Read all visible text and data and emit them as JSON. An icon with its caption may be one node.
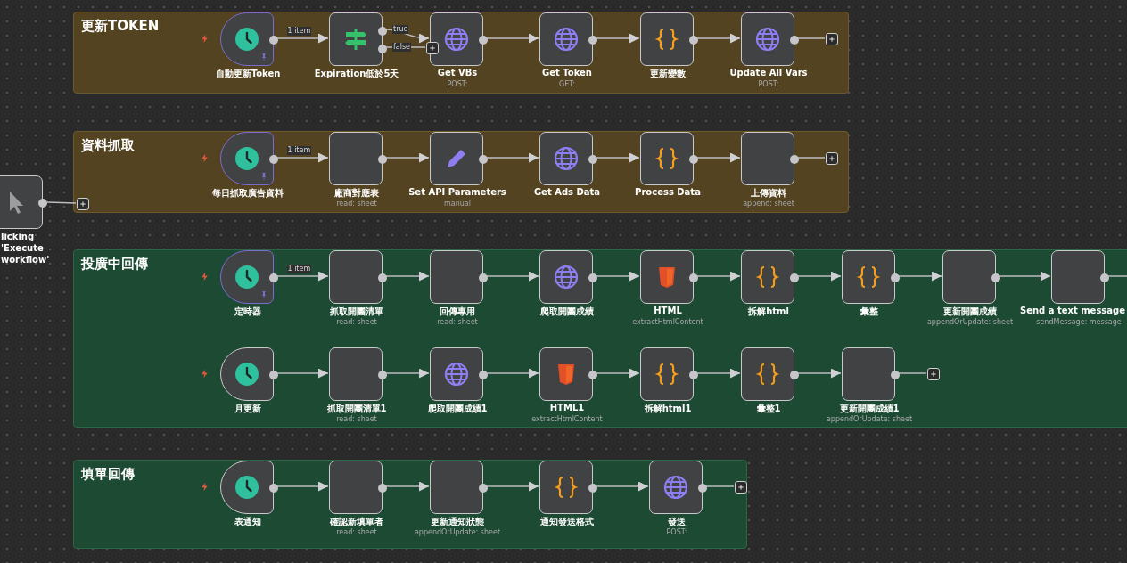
{
  "diagram": {
    "nodes": [
      {
        "text": [
          "更新TOKEN"
        ]
      },
      {
        "text": [
          "自動更新Token"
        ],
        "in": 0
      },
      {
        "text": [
          "Expiration低於5天"
        ],
        "in": 0
      },
      {
        "text": [
          "Get VBs"
        ],
        "in": 0,
        "beside": [
          "POST:"
        ]
      },
      {
        "text": [
          "Get Token"
        ],
        "in": 0,
        "beside": [
          "GET:"
        ]
      },
      {
        "text": [
          "更新變數"
        ],
        "in": 0
      },
      {
        "text": [
          "Update All Vars"
        ],
        "in": 0,
        "beside": [
          "POST:"
        ]
      },
      {
        "text": [],
        "shape": "box",
        "in": 0
      },
      {
        "text": [],
        "shape": "box",
        "in": 0
      },
      {
        "text": [
          "資料抓取"
        ]
      },
      {
        "text": [
          "每日抓取廣告資料"
        ],
        "in": 9
      },
      {
        "text": [
          "廠商對應表"
        ],
        "in": 9,
        "beside": [
          "read: sheet"
        ]
      },
      {
        "text": [
          "Set API Parameters"
        ],
        "in": 9,
        "beside": [
          "manual"
        ]
      },
      {
        "text": [
          "Get Ads Data"
        ],
        "in": 9
      },
      {
        "text": [
          "Process Data"
        ],
        "in": 9
      },
      {
        "text": [
          "上傳資料"
        ],
        "in": 9,
        "beside": [
          "append: sheet"
        ]
      },
      {
        "text": [],
        "shape": "box",
        "in": 9
      },
      {
        "text": [
          "licking 'Execute workflow'"
        ]
      },
      {
        "text": [],
        "shape": "box",
        "in": 9
      },
      {
        "text": [
          "投廣中回傳"
        ]
      },
      {
        "text": [
          "定時器"
        ],
        "in": 19
      },
      {
        "text": [
          "抓取開團清單"
        ],
        "in": 19,
        "beside": [
          "read: sheet"
        ]
      },
      {
        "text": [
          "回傳專用"
        ],
        "in": 19,
        "beside": [
          "read: sheet"
        ]
      },
      {
        "text": [
          "爬取開團成績"
        ],
        "in": 19
      },
      {
        "text": [
          "HTML"
        ],
        "in": 19,
        "beside": [
          "extractHtmlContent"
        ]
      },
      {
        "text": [
          "拆解html"
        ],
        "in": 19
      },
      {
        "text": [
          "彙整"
        ],
        "in": 19
      },
      {
        "text": [
          "更新開團成績"
        ],
        "in": 19,
        "beside": [
          "appendOrUpdate: sheet"
        ]
      },
      {
        "text": [
          "Send a text message"
        ],
        "in": 19,
        "beside": [
          "sendMessage: message"
        ]
      },
      {
        "text": [
          "月更新"
        ],
        "in": 19
      },
      {
        "text": [
          "抓取開團清單1"
        ],
        "in": 19,
        "beside": [
          "read: sheet"
        ]
      },
      {
        "text": [
          "爬取開團成績1"
        ],
        "in": 19
      },
      {
        "text": [
          "HTML1"
        ],
        "in": 19,
        "beside": [
          "extractHtmlContent"
        ]
      },
      {
        "text": [
          "拆解html1"
        ],
        "in": 19
      },
      {
        "text": [
          "彙整1"
        ],
        "in": 19
      },
      {
        "text": [
          "更新開團成績1"
        ],
        "in": 19,
        "beside": [
          "appendOrUpdate: sheet"
        ]
      },
      {
        "text": [],
        "shape": "box",
        "in": 19
      },
      {
        "text": [
          "填單回傳"
        ]
      },
      {
        "text": [
          "表通知"
        ],
        "in": 37
      },
      {
        "text": [
          "確認新填單者"
        ],
        "in": 37,
        "beside": [
          "read: sheet"
        ]
      },
      {
        "text": [
          "更新通知狀態"
        ],
        "in": 37,
        "beside": [
          "appendOrUpdate: sheet"
        ]
      },
      {
        "text": [
          "通知發送格式"
        ],
        "in": 37
      },
      {
        "text": [
          "發送"
        ],
        "in": 37,
        "beside": [
          "POST:"
        ]
      },
      {
        "text": [],
        "shape": "box",
        "in": 37
      }
    ],
    "edges": [
      {
        "from": 1,
        "to": 2,
        "arrow": "to",
        "label": "1 item"
      },
      {
        "from": 2,
        "to": 3,
        "arrow": "to",
        "label": "true"
      },
      {
        "from": 2,
        "to": 8,
        "arrow": "none",
        "label": "false"
      },
      {
        "from": 3,
        "to": 4,
        "arrow": "to"
      },
      {
        "from": 4,
        "to": 5,
        "arrow": "to"
      },
      {
        "from": 5,
        "to": 6,
        "arrow": "to"
      },
      {
        "from": 6,
        "to": 7,
        "arrow": "none"
      },
      {
        "from": 10,
        "to": 11,
        "arrow": "to",
        "label": "1 item"
      },
      {
        "from": 11,
        "to": 12,
        "arrow": "to"
      },
      {
        "from": 12,
        "to": 13,
        "arrow": "to"
      },
      {
        "from": 13,
        "to": 14,
        "arrow": "to"
      },
      {
        "from": 14,
        "to": 15,
        "arrow": "to"
      },
      {
        "from": 15,
        "to": 16,
        "arrow": "none"
      },
      {
        "from": 17,
        "to": 18,
        "arrow": "none"
      },
      {
        "from": 20,
        "to": 21,
        "arrow": "to",
        "label": "1 item"
      },
      {
        "from": 21,
        "to": 22,
        "arrow": "to"
      },
      {
        "from": 22,
        "to": 23,
        "arrow": "to"
      },
      {
        "from": 23,
        "to": 24,
        "arrow": "to"
      },
      {
        "from": 24,
        "to": 25,
        "arrow": "to"
      },
      {
        "from": 25,
        "to": 26,
        "arrow": "to"
      },
      {
        "from": 26,
        "to": 27,
        "arrow": "to"
      },
      {
        "from": 27,
        "to": 28,
        "arrow": "to"
      },
      {
        "from": 28,
        "to": null,
        "arrow": "none"
      },
      {
        "from": 29,
        "to": 30,
        "arrow": "to"
      },
      {
        "from": 30,
        "to": 31,
        "arrow": "to"
      },
      {
        "from": 31,
        "to": 32,
        "arrow": "to"
      },
      {
        "from": 32,
        "to": 33,
        "arrow": "to"
      },
      {
        "from": 33,
        "to": 34,
        "arrow": "to"
      },
      {
        "from": 34,
        "to": 35,
        "arrow": "to"
      },
      {
        "from": 35,
        "to": 36,
        "arrow": "none"
      },
      {
        "from": 38,
        "to": 39,
        "arrow": "to"
      },
      {
        "from": 39,
        "to": 40,
        "arrow": "to"
      },
      {
        "from": 40,
        "to": 41,
        "arrow": "to"
      },
      {
        "from": 41,
        "to": 42,
        "arrow": "to"
      },
      {
        "from": 42,
        "to": 43,
        "arrow": "none"
      }
    ]
  }
}
